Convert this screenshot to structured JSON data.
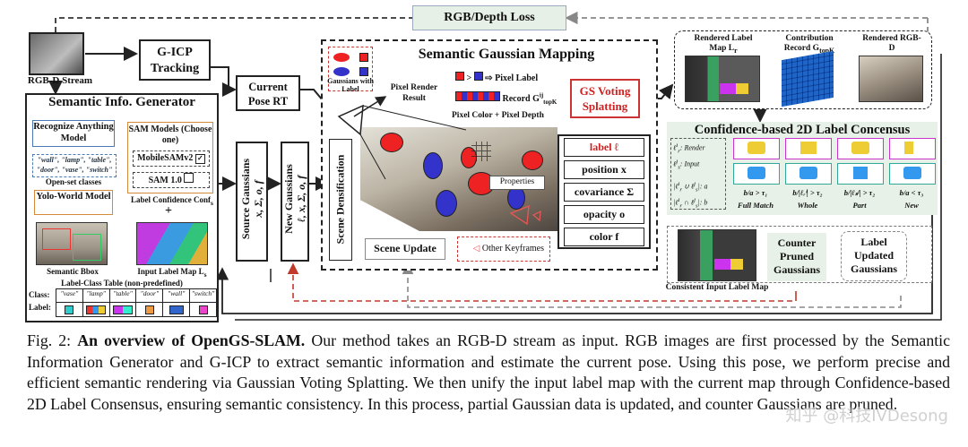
{
  "rgbd_stream": "RGB-D Stream",
  "gicp_tracking": "G-ICP Tracking",
  "rgb_depth_loss": "RGB/Depth Loss",
  "current_pose": "Current Pose RT",
  "semantic_generator": {
    "title": "Semantic Info. Generator",
    "ram_model": "Recognize Anything Model",
    "open_set_text": "\"wall\", \"lamp\", \"table\", \"door\", \"vase\", \"switch\"",
    "open_set_label": "Open-set classes",
    "yolo_world": "Yolo-World Model",
    "sam_models_title": "SAM Models (Choose one)",
    "mobilesam": "MobileSAMv2",
    "sam10": "SAM 1.0",
    "label_confidence": "Label Confidence Conf",
    "label_confidence_sub": "s",
    "semantic_bbox": "Semantic Bbox",
    "input_label_map": "Input Label Map L",
    "input_label_map_sub": "s",
    "table_title": "Label-Class Table (non-predefined)",
    "class_row_label": "Class:",
    "label_row_label": "Label:",
    "classes": [
      "\"vase\"",
      "\"lamp\"",
      "\"table\"",
      "\"door\"",
      "\"wall\"",
      "\"switch\""
    ]
  },
  "source_gaussians": "Source Gaussians",
  "source_gaussians_params": "x, Σ, o, f",
  "new_gaussians": "New Gaussians",
  "new_gaussians_params": "ℓ, x, Σ, o, f",
  "scene_densification": "Scene Densification",
  "mapping": {
    "title": "Semantic Gaussian Mapping",
    "gaussians_with_label": "Gaussians with Label",
    "pixel_render_result": "Pixel Render Result",
    "pixel_label": "⇨ Pixel Label",
    "record": "Record G",
    "record_sup": "ij",
    "record_sub": "topK",
    "pixel_color_depth": "Pixel Color + Pixel Depth",
    "gs_voting": "GS Voting Splatting",
    "properties": "Properties",
    "scene_update": "Scene Update",
    "other_keyframes": "Other Keyframes",
    "props": [
      "label ℓ",
      "position x",
      "covariance Σ",
      "opacity o",
      "color f"
    ]
  },
  "rendered_label_map": "Rendered Label Map L",
  "rendered_label_map_sub": "r",
  "contribution_record": "Contribution Record G",
  "contribution_record_sub": "topK",
  "rendered_rgbd": "Rendered RGB-D",
  "consensus": {
    "title": "Confidence-based 2D Label Concensus",
    "legend_render": "ℓ",
    "legend_render_text": ": Render",
    "legend_input_text": ": Input",
    "legend_inter": ": a",
    "legend_union": ": b",
    "cases": [
      {
        "cond": "b/a > τ₁",
        "name": "Full Match"
      },
      {
        "cond": "b/|ℓᵣⁱ| > τ₂",
        "name": "Whole"
      },
      {
        "cond": "b/|ℓₛʲ| > τ₂",
        "name": "Part"
      },
      {
        "cond": "b/a < τ₃",
        "name": "New"
      }
    ]
  },
  "consistent_label_map": "Consistent  Input Label Map",
  "counter_pruned": "Counter Pruned Gaussians",
  "label_updated": "Label Updated Gaussians",
  "caption": {
    "fig": "Fig. 2:",
    "title": "An overview of OpenGS-SLAM.",
    "body": " Our method takes an RGB-D stream as input. RGB images are first processed by the Semantic Information Generator and G-ICP to extract semantic information and estimate the current pose. Using this pose, we perform precise and efficient semantic rendering via Gaussian Voting Splatting. We then unify the input label map with the current map through Confidence-based 2D Label Consensus, ensuring semantic consistency. In this process, partial Gaussian data is updated, and counter Gaussians are pruned."
  },
  "watermark": "知乎 @科技IVDesong"
}
